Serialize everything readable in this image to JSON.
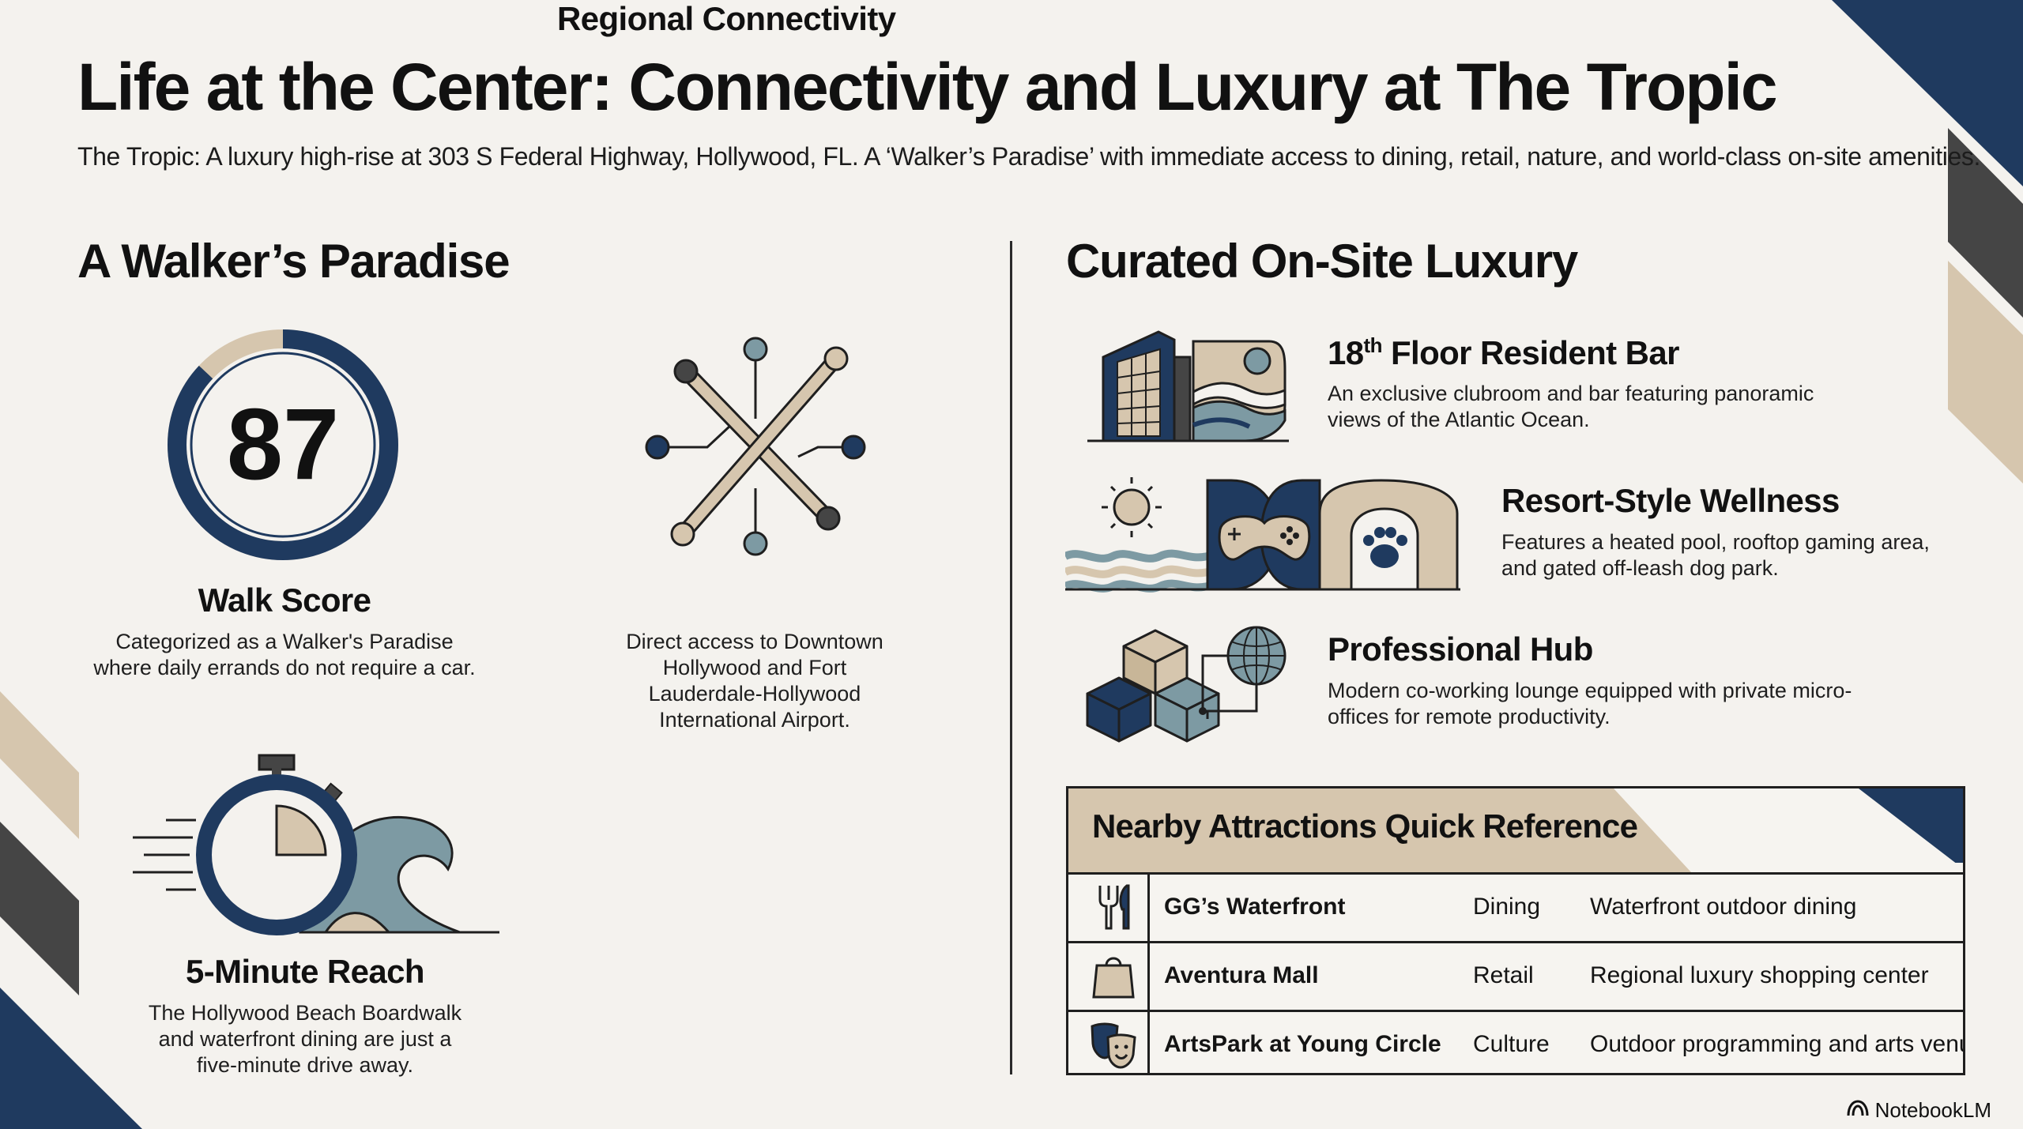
{
  "header": {
    "title": "Life at the Center: Connectivity and Luxury at The Tropic",
    "subtitle": "The Tropic: A luxury high-rise at 303 S Federal Highway, Hollywood, FL. A ‘Walker’s Paradise’ with immediate access to dining, retail, nature, and world-class on-site amenities."
  },
  "left": {
    "heading": "A Walker’s Paradise",
    "walk_score": {
      "value": "87",
      "score_fraction": 0.87,
      "title": "Walk Score",
      "description": "Categorized as a Walker's Paradise where daily errands do not require a car."
    },
    "connectivity": {
      "title": "Regional Connectivity",
      "description": "Direct access to Downtown Hollywood and Fort Lauderdale-Hollywood International Airport."
    },
    "reach": {
      "title": "5-Minute Reach",
      "description": "The Hollywood Beach Boardwalk and waterfront dining are just a five-minute drive away."
    }
  },
  "right": {
    "heading": "Curated On-Site Luxury",
    "bar": {
      "title_number": "18",
      "title_suffix": "th",
      "title_rest": " Floor Resident Bar",
      "description": "An exclusive clubroom and bar featuring panoramic views of the Atlantic Ocean."
    },
    "wellness": {
      "title": "Resort-Style Wellness",
      "description": "Features a heated pool, rooftop gaming area, and gated off-leash dog park."
    },
    "hub": {
      "title": "Professional Hub",
      "description": "Modern co-working lounge equipped with private micro-offices for remote productivity."
    },
    "table": {
      "title": "Nearby Attractions Quick Reference",
      "rows": [
        {
          "icon": "fork-knife-icon",
          "name": "GG’s Waterfront",
          "category": "Dining",
          "description": "Waterfront outdoor dining"
        },
        {
          "icon": "shopping-bag-icon",
          "name": "Aventura Mall",
          "category": "Retail",
          "description": "Regional luxury shopping center"
        },
        {
          "icon": "theater-masks-icon",
          "name": "ArtsPark at Young Circle",
          "category": "Culture",
          "description": "Outdoor programming and arts venue"
        }
      ]
    }
  },
  "brand": "NotebookLM",
  "colors": {
    "navy": "#1f3a5f",
    "beige": "#d6c6ae",
    "slate": "#7d9aa3",
    "charcoal": "#444444",
    "background": "#f4f2ee"
  }
}
